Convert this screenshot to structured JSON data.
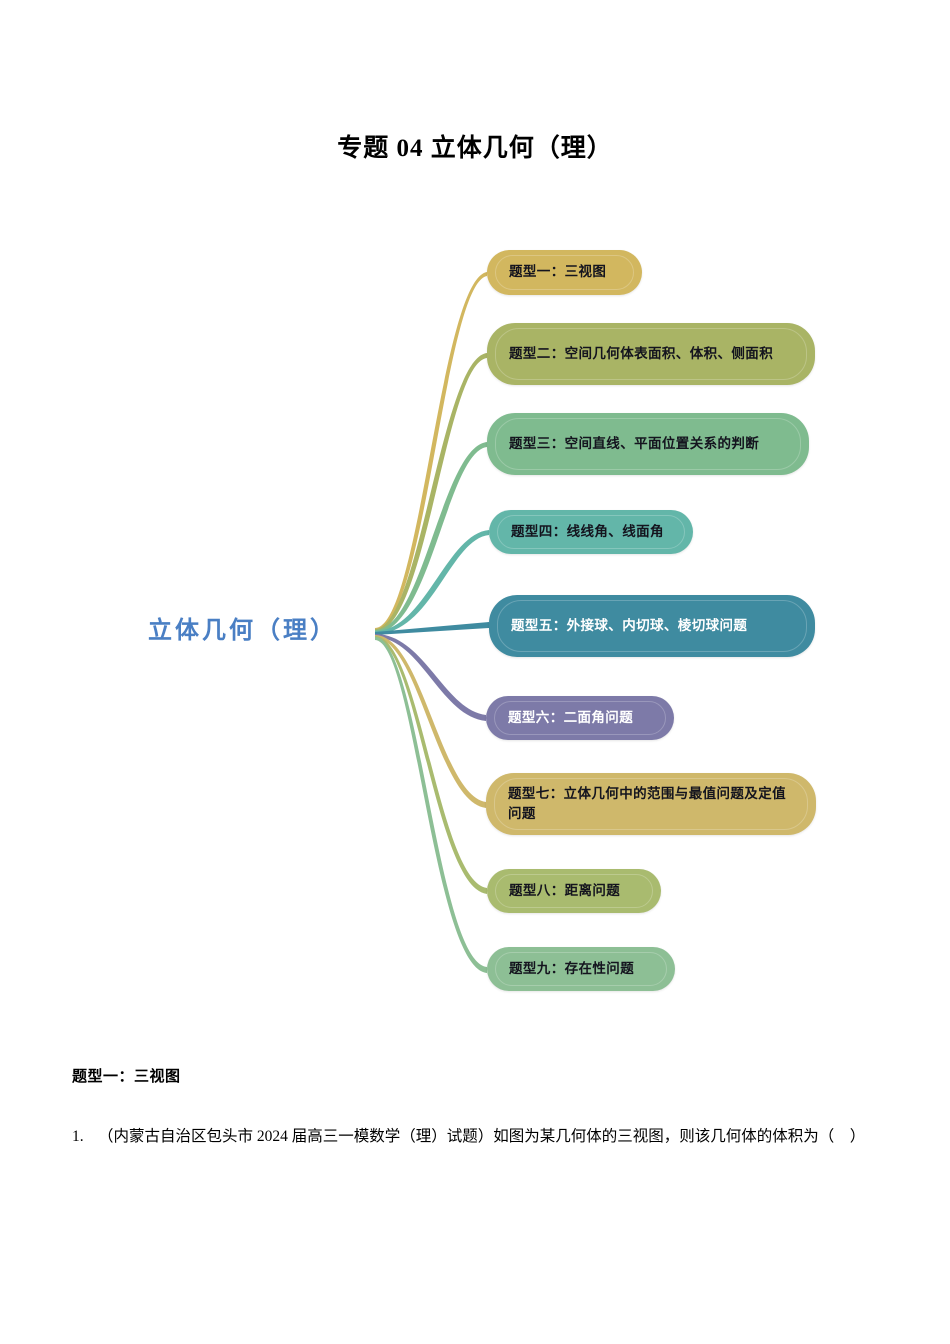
{
  "document": {
    "title": "专题 04 立体几何（理）"
  },
  "mindmap": {
    "root": {
      "label": "立体几何（理）",
      "color": "#4a7fc4"
    },
    "nodes": [
      {
        "label": "题型一：三视图",
        "color": "#d2b75f",
        "text_color": "#14141e"
      },
      {
        "label": "题型二：空间几何体表面积、体积、侧面积",
        "color": "#a9b465",
        "text_color": "#14141e"
      },
      {
        "label": "题型三：空间直线、平面位置关系的判断",
        "color": "#7fbb8f",
        "text_color": "#14141e"
      },
      {
        "label": "题型四：线线角、线面角",
        "color": "#63b6a9",
        "text_color": "#14141e"
      },
      {
        "label": "题型五：外接球、内切球、棱切球问题",
        "color": "#3f8ba0",
        "text_color": "#ffffff"
      },
      {
        "label": "题型六：二面角问题",
        "color": "#7d7aa8",
        "text_color": "#ffffff"
      },
      {
        "label": "题型七：立体几何中的范围与最值问题及定值问题",
        "color": "#cfb86b",
        "text_color": "#14141e"
      },
      {
        "label": "题型八：距离问题",
        "color": "#a9bb6f",
        "text_color": "#14141e"
      },
      {
        "label": "题型九：存在性问题",
        "color": "#8dbf95",
        "text_color": "#14141e"
      }
    ]
  },
  "content": {
    "section_heading": "题型一：三视图",
    "question_number": "1.",
    "question_text": "（内蒙古自治区包头市 2024 届高三一模数学（理）试题）如图为某几何体的三视图，则该几何体的体积为（　）"
  }
}
